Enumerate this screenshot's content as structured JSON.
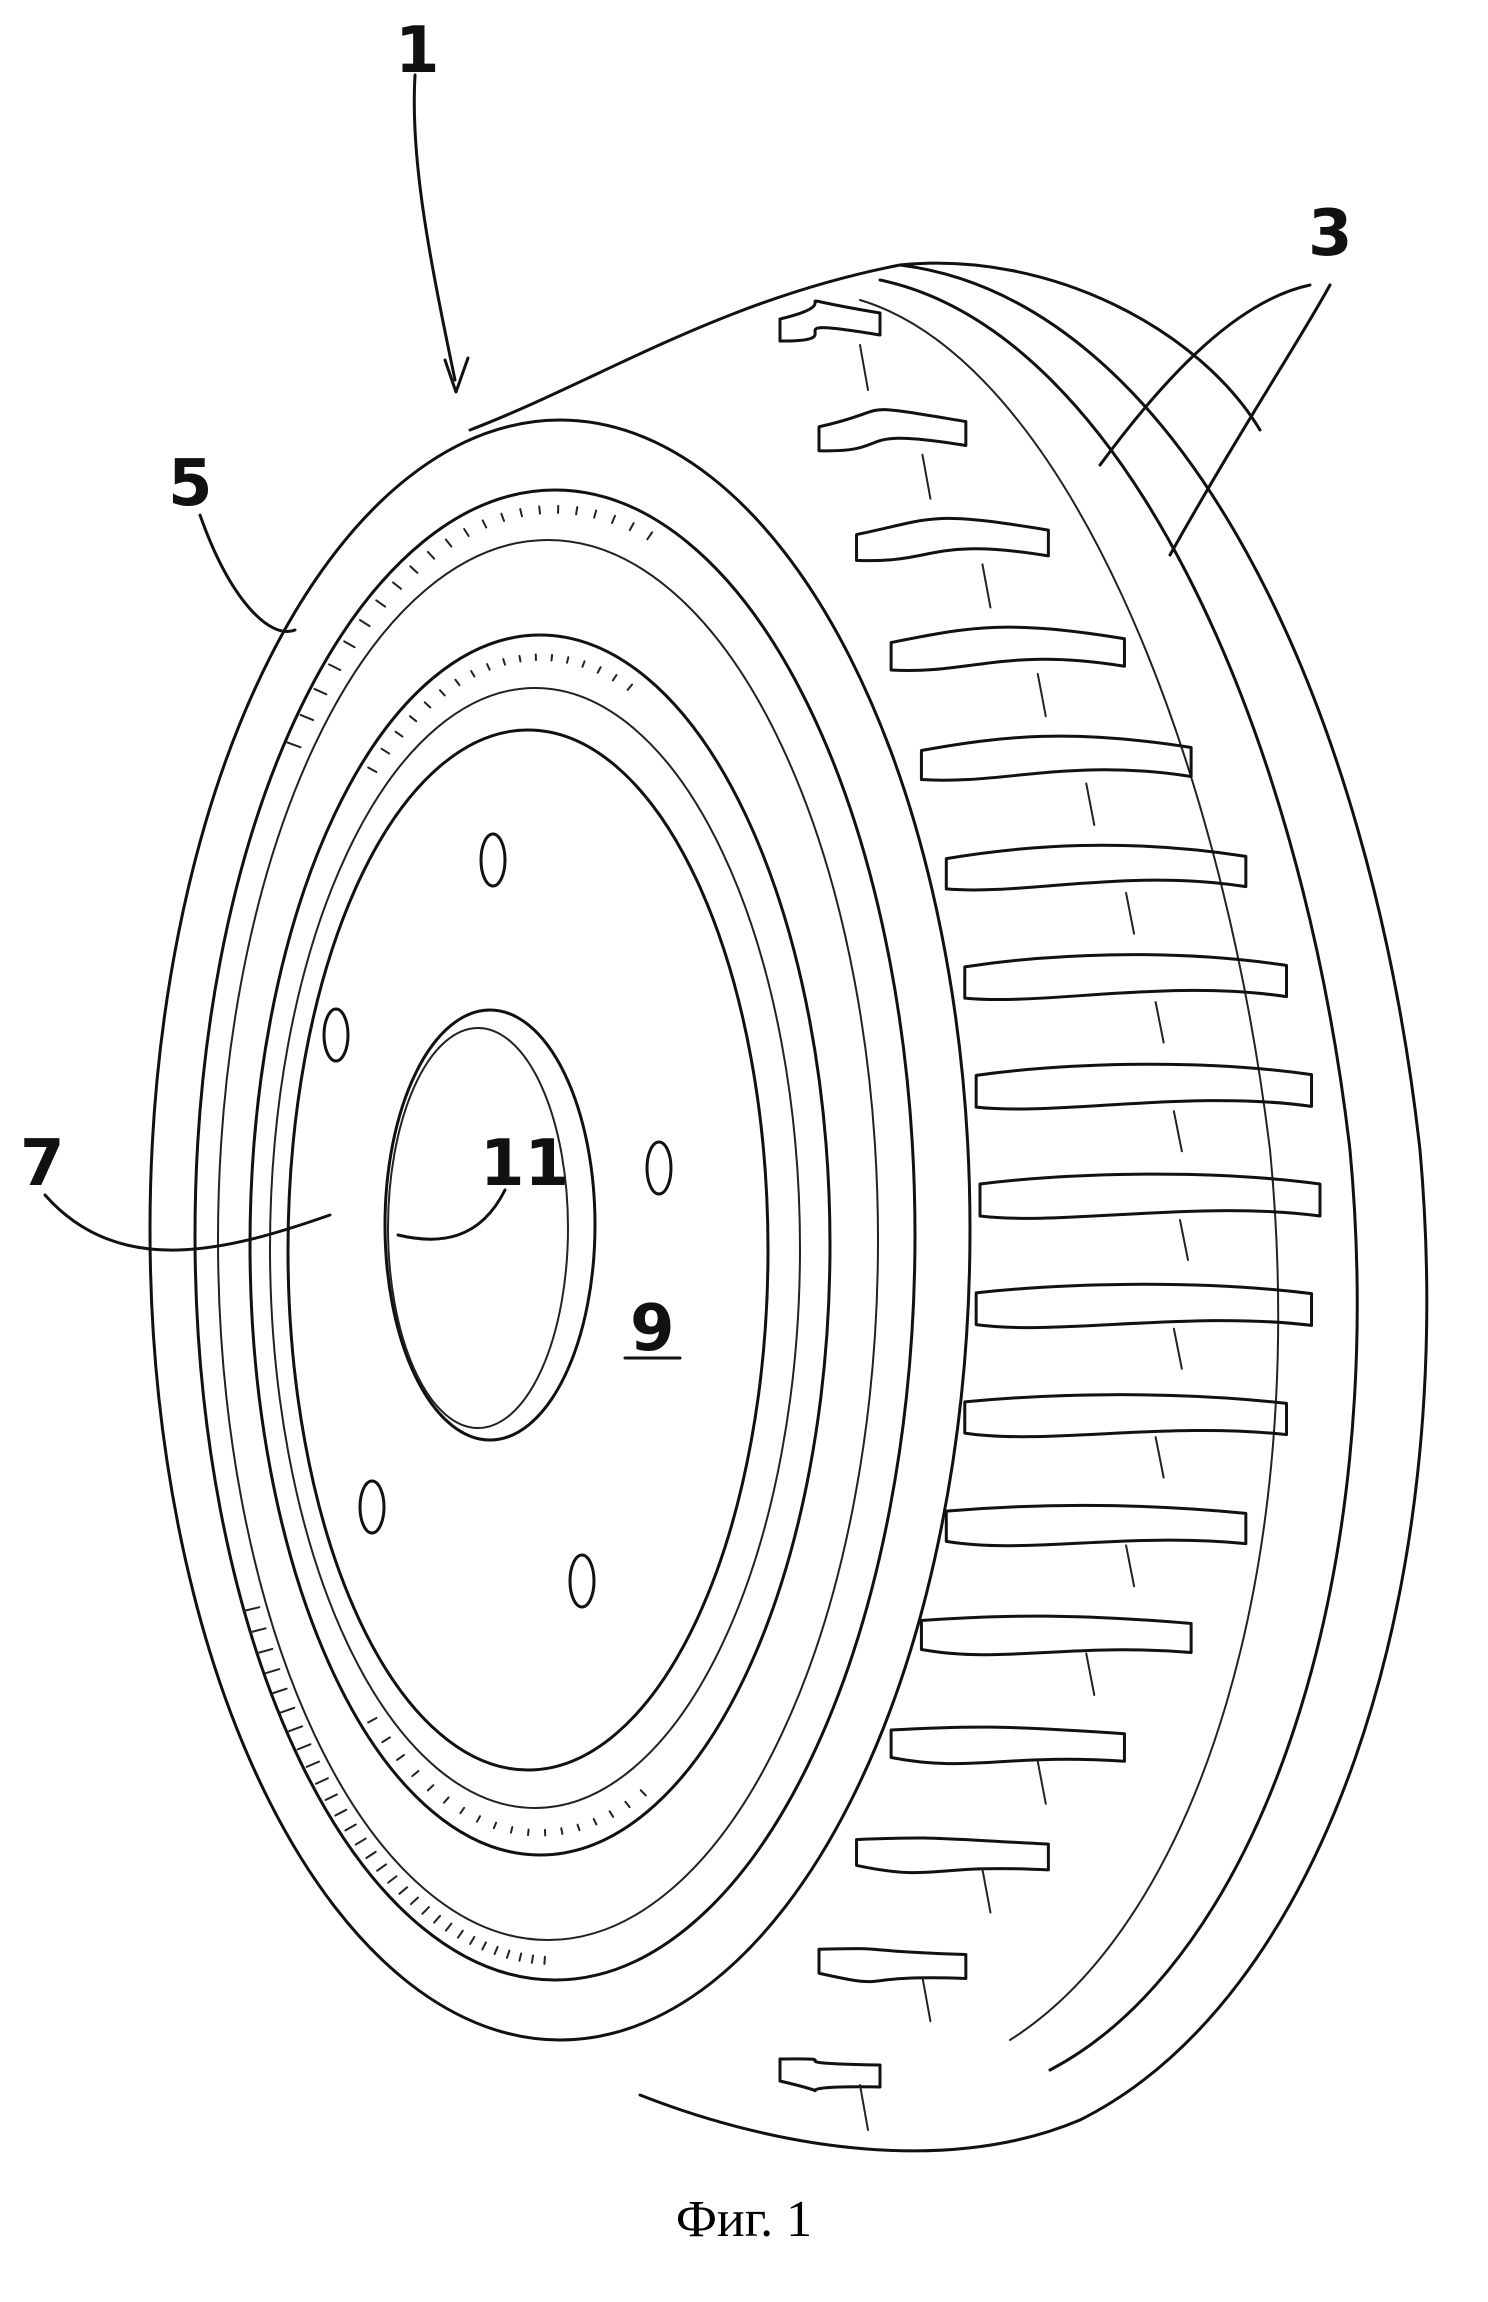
{
  "figure": {
    "caption": "Фиг. 1",
    "reference_numerals": [
      "1",
      "3",
      "5",
      "7",
      "9",
      "11"
    ]
  }
}
